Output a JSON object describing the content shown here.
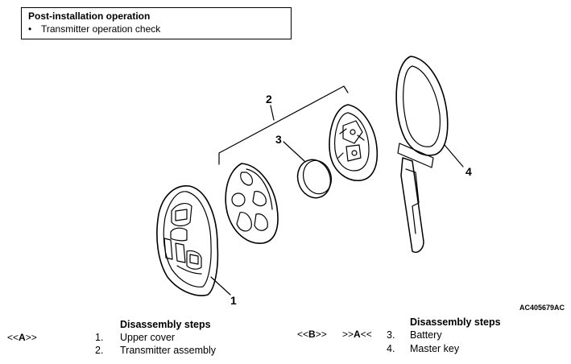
{
  "note": {
    "title": "Post-installation operation",
    "items": [
      "Transmitter operation check"
    ]
  },
  "callouts": [
    "1",
    "2",
    "3",
    "4"
  ],
  "figure_code": "AC405679AC",
  "left_steps": {
    "heading": "Disassembly steps",
    "tag_open": "<<",
    "tag_letter": "A",
    "tag_close": ">>",
    "rows": [
      {
        "num": "1.",
        "label": "Upper cover"
      },
      {
        "num": "2.",
        "label": "Transmitter assembly"
      }
    ]
  },
  "right_steps": {
    "heading": "Disassembly steps",
    "tag1_open": "<<",
    "tag1_letter": "B",
    "tag1_close": ">>",
    "tag2_open": ">>",
    "tag2_letter": "A",
    "tag2_close": "<<",
    "rows": [
      {
        "num": "3.",
        "label": "Battery"
      },
      {
        "num": "4.",
        "label": "Master key"
      }
    ]
  }
}
